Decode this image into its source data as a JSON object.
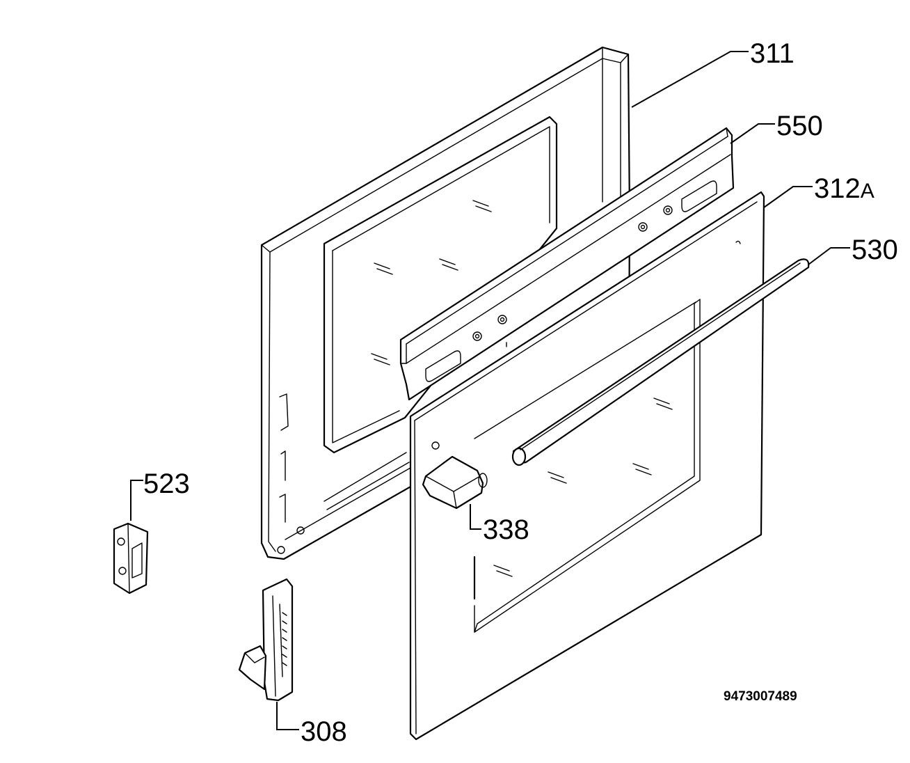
{
  "diagram": {
    "labels": {
      "p311": "311",
      "p550": "550",
      "p312": "312",
      "p312_suffix": "A",
      "p530": "530",
      "p523": "523",
      "p338": "338",
      "p308": "308"
    },
    "document_number": "9473007489"
  }
}
